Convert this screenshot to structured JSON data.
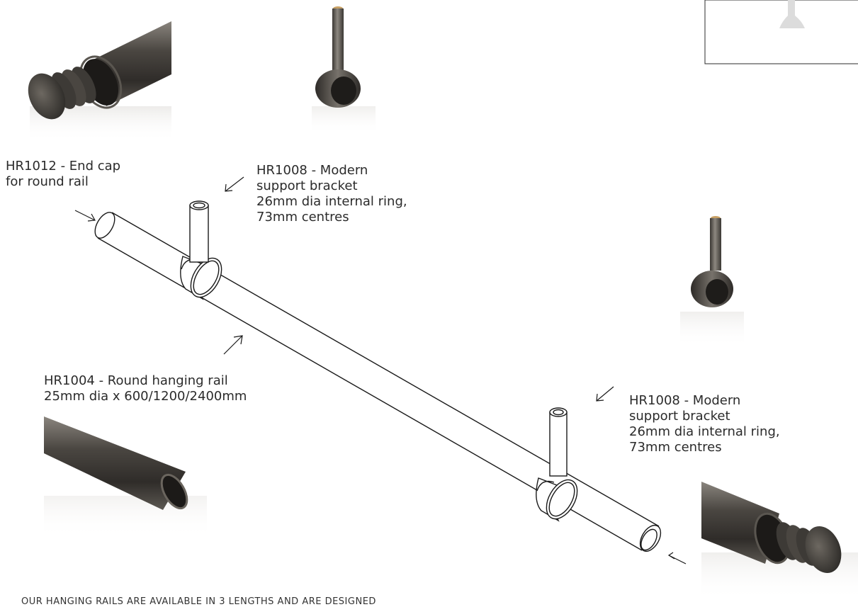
{
  "labels": {
    "end_cap": [
      "HR1012 - End cap",
      "for round rail"
    ],
    "bracket_top": [
      "HR1008 - Modern",
      "support bracket",
      "26mm dia internal ring,",
      "73mm centres"
    ],
    "rail": [
      "HR1004 - Round hanging rail",
      "25mm dia x 600/1200/2400mm"
    ],
    "bracket_right": [
      "HR1008 - Modern",
      "support bracket",
      "26mm dia internal ring,",
      "73mm centres"
    ]
  },
  "footer": {
    "note": "OUR HANGING RAILS ARE AVAILABLE IN 3 LENGTHS AND ARE DESIGNED"
  },
  "colors": {
    "metal_dark": "#3d3a36",
    "metal_mid": "#6b6660",
    "metal_light": "#a9a49d",
    "brass": "#c8a064",
    "line": "#1a1a1a"
  },
  "icons": [
    "end-cap-photo",
    "bracket-photo",
    "rail-photo",
    "callout-arrow"
  ]
}
